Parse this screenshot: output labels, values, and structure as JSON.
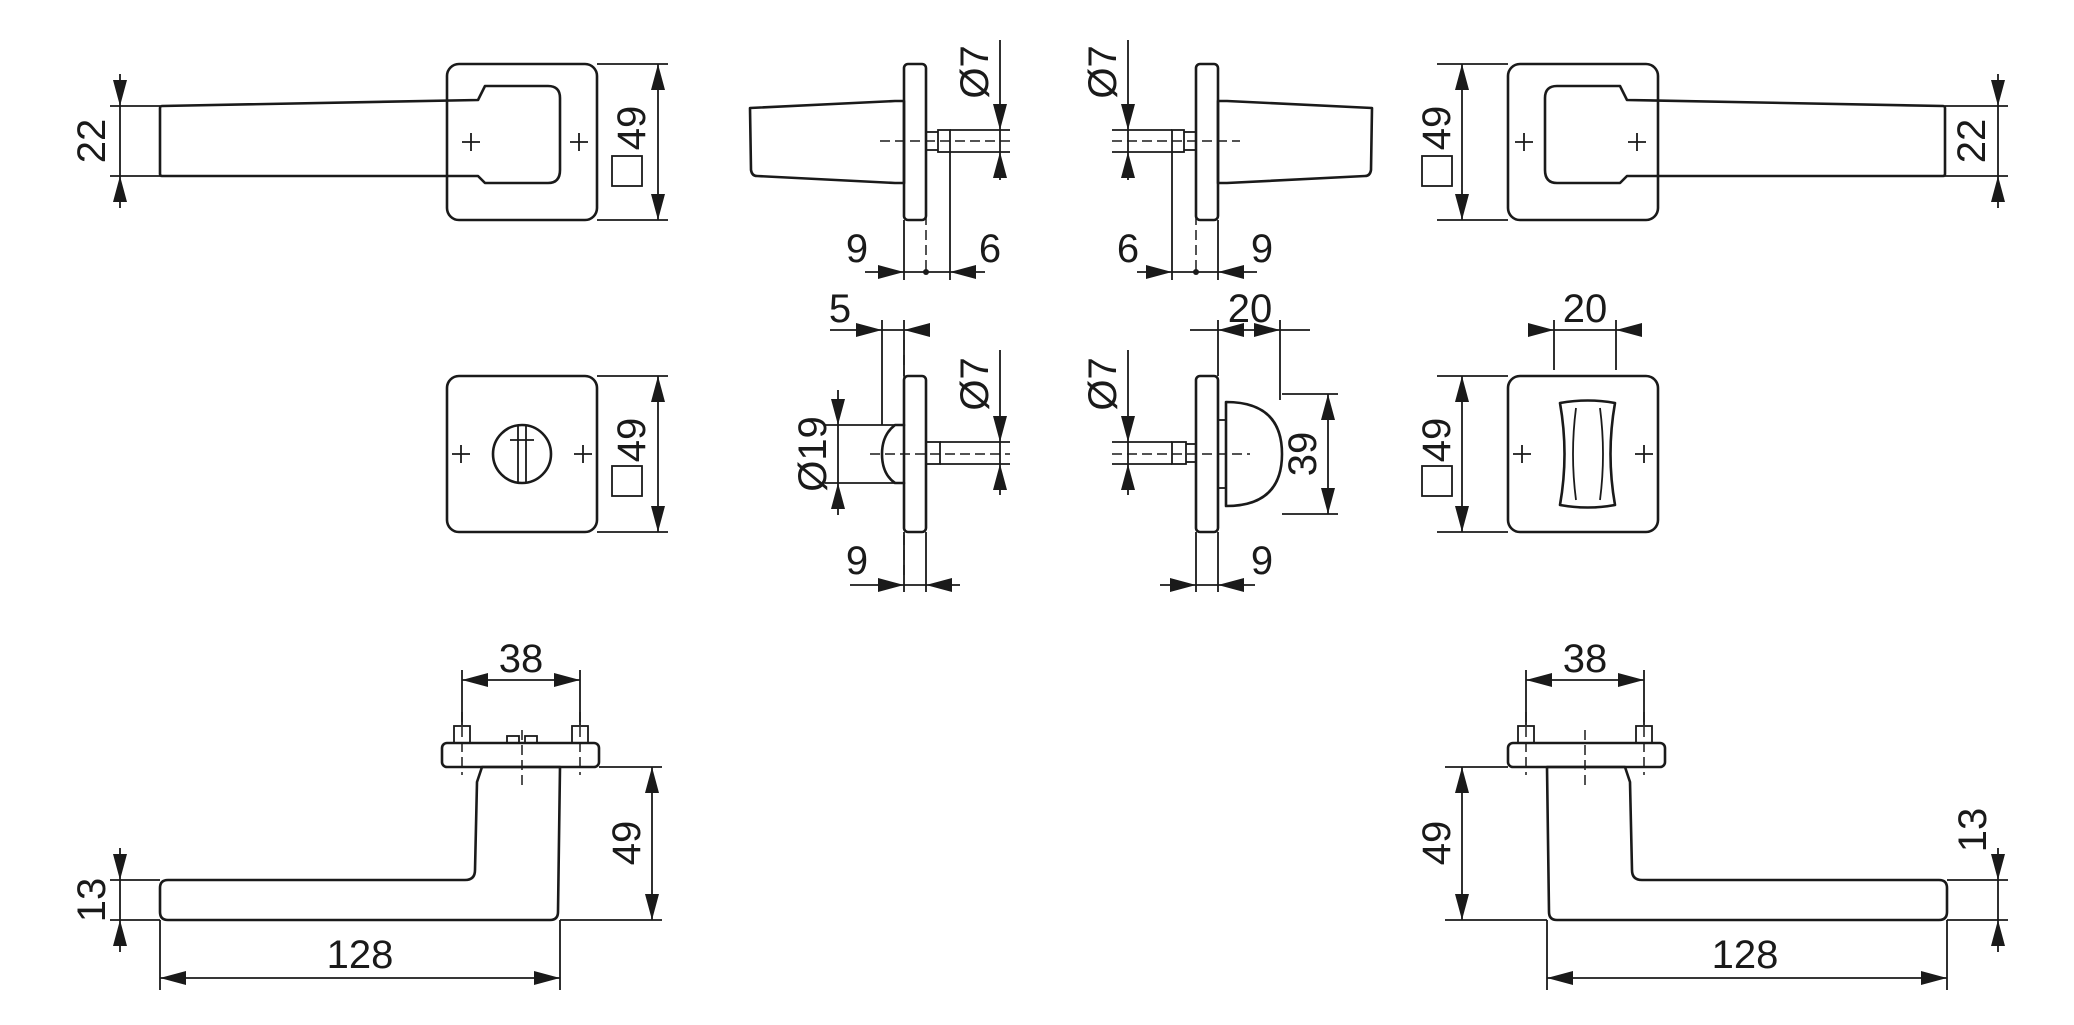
{
  "colors": {
    "line": "#1a1a1a",
    "background": "#ffffff"
  },
  "dimensions": {
    "tl_handle_height": "22",
    "tl_rose_square": "49",
    "tr_rose_square": "49",
    "tr_handle_height": "22",
    "s1_spindle_dia": "Ø7",
    "s1_rose_thick": "9",
    "s1_spindle_len": "6",
    "s2_spindle_dia": "Ø7",
    "s2_spindle_len": "6",
    "s2_rose_thick": "9",
    "m_rose_square": "49",
    "s3_knob_thick": "5",
    "s3_spindle_dia": "Ø7",
    "s3_knob_dia": "Ø19",
    "s3_rose_thick": "9",
    "s4_spindle_dia": "Ø7",
    "s4_indicator_width": "20",
    "s4_indicator_height": "39",
    "s4_rose_thick": "9",
    "r_indicator_width": "20",
    "r_rose_square": "49",
    "bl_screw_spacing": "38",
    "bl_rose_height": "49",
    "bl_lever_thick": "13",
    "bl_lever_length": "128",
    "br_screw_spacing": "38",
    "br_rose_height": "49",
    "br_lever_thick": "13",
    "br_lever_length": "128"
  }
}
